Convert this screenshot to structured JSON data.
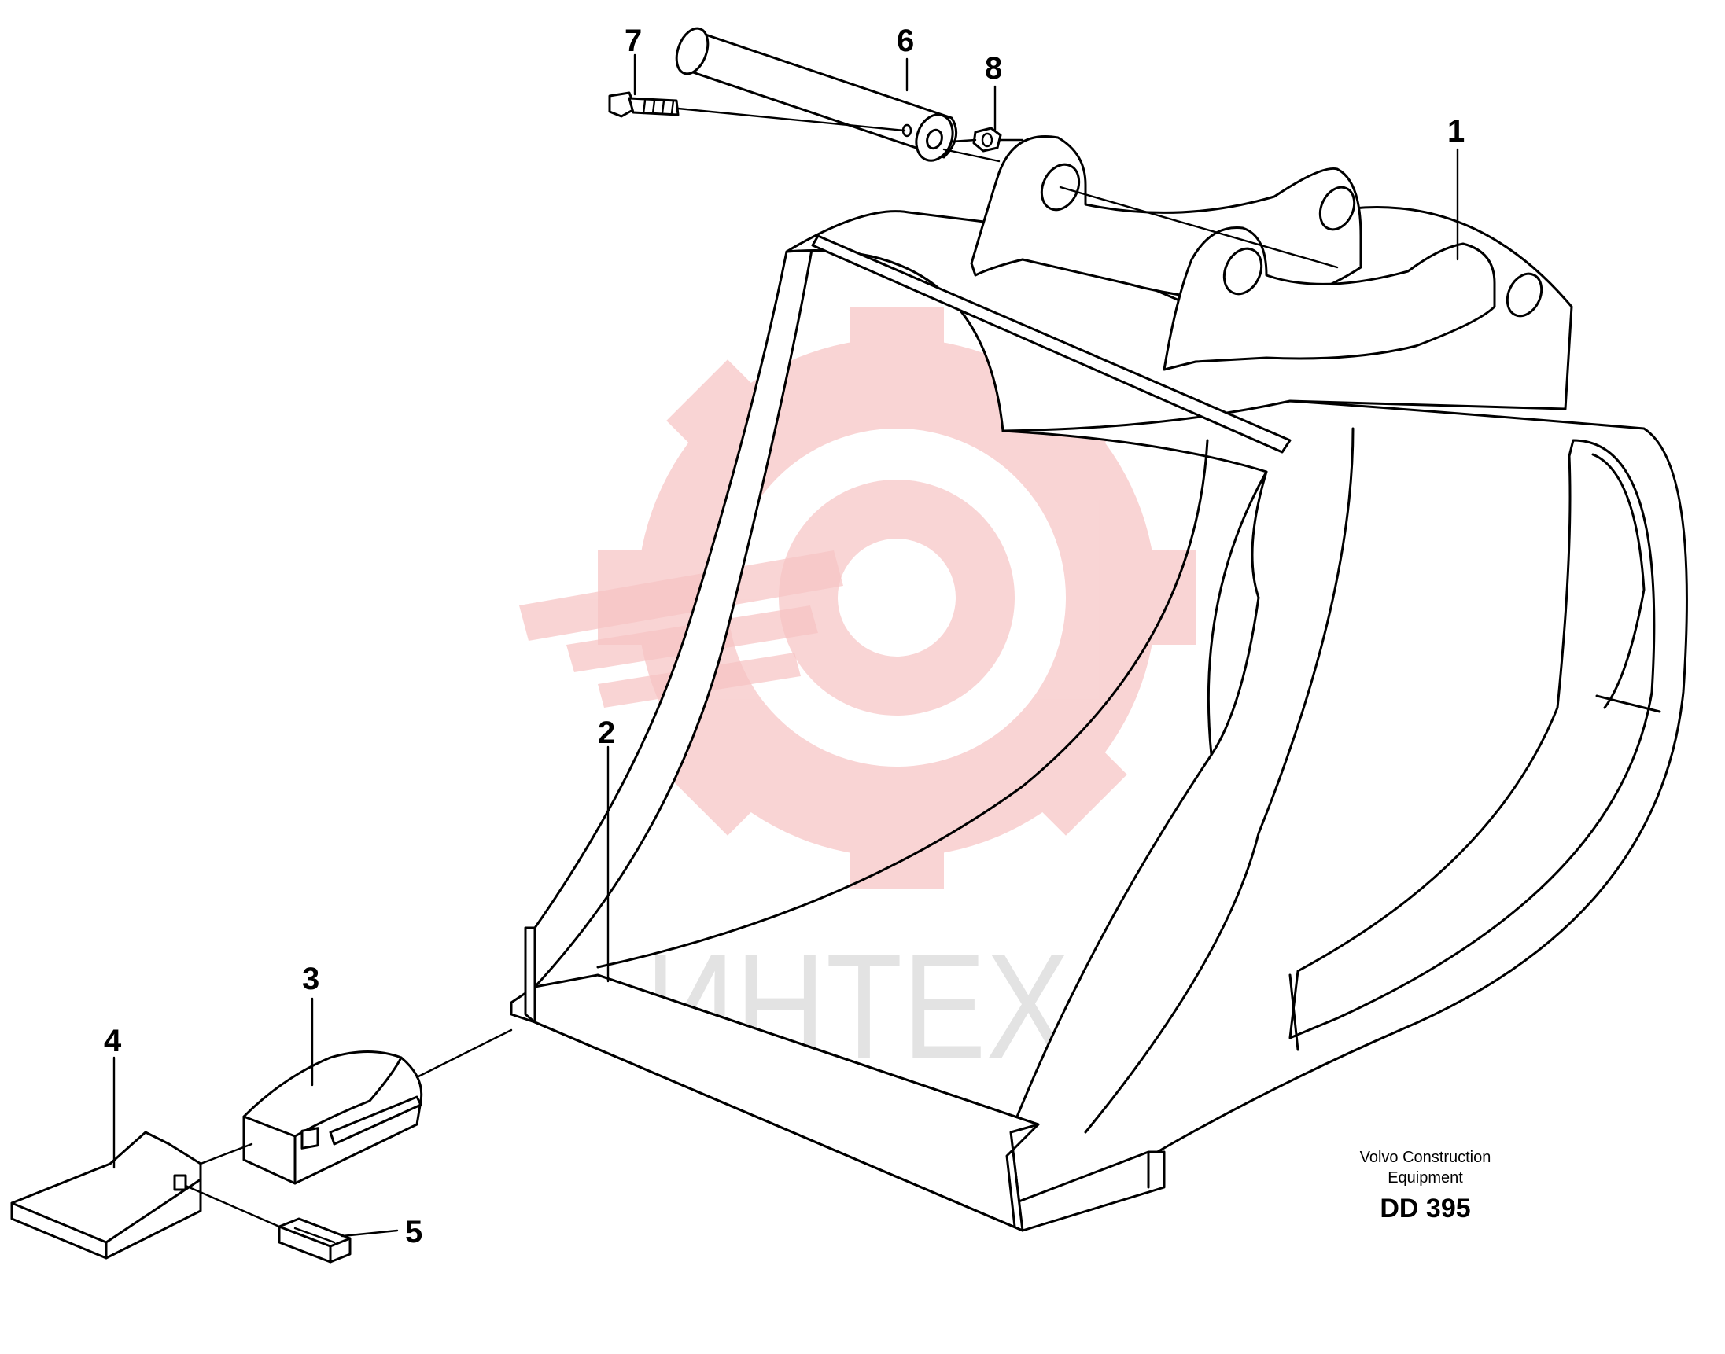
{
  "watermark": {
    "text": "ИНТЕХ",
    "color": "#f7c3c3",
    "icon": "gear-wrench-logo"
  },
  "callouts": [
    "1",
    "2",
    "3",
    "4",
    "5",
    "6",
    "7",
    "8"
  ],
  "caption": {
    "line1": "Volvo Construction",
    "line2": "Equipment",
    "code": "DD 395"
  }
}
